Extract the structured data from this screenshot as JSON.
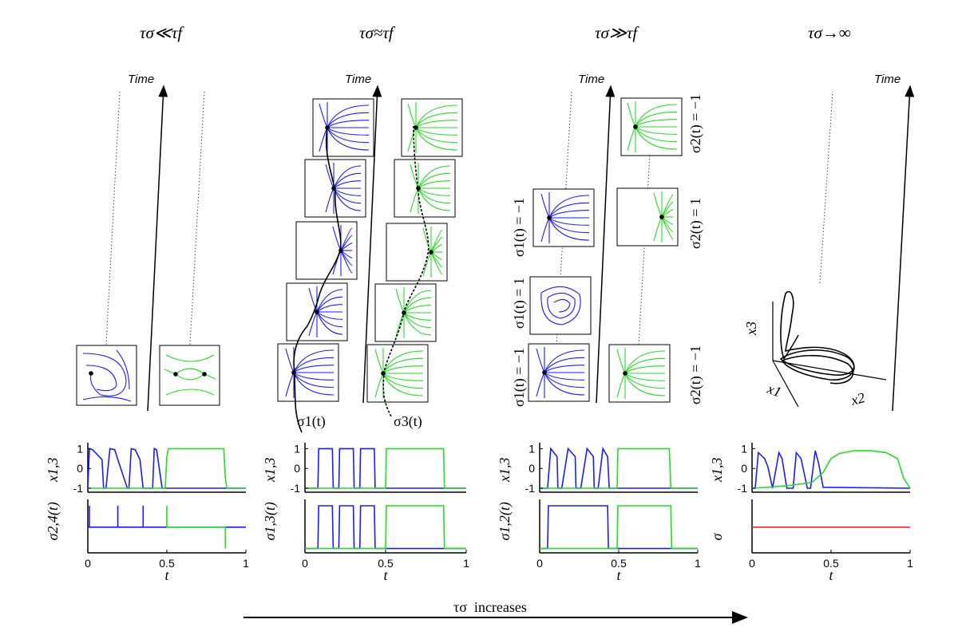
{
  "panel_titles": [
    "τσ≪τf",
    "τσ≈τf",
    "τσ≫τf",
    "τσ→∞"
  ],
  "time_axis_label": "Time",
  "switch_labels": {
    "left": [
      "σ1(t) = −1",
      "σ1(t) = 1",
      "σ1(t) = −1"
    ],
    "right": [
      "σ2(t) = −1",
      "σ2(t) = 1",
      "σ2(t) = −1"
    ]
  },
  "trajectory_labels": [
    "σ1(t)",
    "σ3(t)"
  ],
  "axes_3d": [
    "x3",
    "x1",
    "x2"
  ],
  "bottom_arrow_label": "τσ  increases",
  "colors": {
    "blue": "#1a1aff",
    "green": "#22dd22",
    "red": "#ff2222",
    "black": "#000000"
  },
  "chart_data": [
    {
      "type": "line",
      "panel": 1,
      "ylabel": "x1,3",
      "xlim": [
        0,
        1
      ],
      "ylim": [
        -1.2,
        1.3
      ],
      "yticks": [
        "1",
        "0",
        "-1"
      ],
      "series": [
        {
          "color": "blue",
          "x": [
            0,
            0.01,
            0.03,
            0.09,
            0.1,
            0.115,
            0.14,
            0.17,
            0.19,
            0.25,
            0.26,
            0.275,
            0.3,
            0.33,
            0.35,
            0.41,
            0.42,
            0.435,
            0.47,
            1.0
          ],
          "y": [
            -1,
            1,
            0.95,
            0.45,
            -1,
            -1,
            1,
            0.95,
            0.45,
            -1,
            -1,
            1,
            0.95,
            0.45,
            -1,
            -1,
            1,
            0.95,
            -1,
            -1
          ]
        },
        {
          "color": "green",
          "x": [
            0,
            0.49,
            0.5,
            0.51,
            0.86,
            0.87,
            0.88,
            1.0
          ],
          "y": [
            -1,
            -1,
            0.6,
            1,
            1,
            -0.5,
            -1,
            -1
          ]
        }
      ]
    },
    {
      "type": "line",
      "panel": 1,
      "ylabel": "σ2,4(t)",
      "xlabel": "t",
      "xlim": [
        0,
        1
      ],
      "ylim": [
        -1.2,
        1.3
      ],
      "xticks": [
        "0",
        "0.5",
        "1"
      ],
      "series": [
        {
          "color": "blue",
          "x": [
            0,
            0.01,
            0.01,
            0.01,
            0.19,
            0.19,
            0.19,
            0.35,
            0.35,
            0.35,
            1.0
          ],
          "y": [
            0,
            0,
            1,
            0,
            0,
            1,
            0,
            0,
            1,
            0,
            0
          ]
        },
        {
          "color": "green",
          "x": [
            0.5,
            0.5,
            0.5,
            0.87,
            0.87,
            0.87
          ],
          "y": [
            0,
            1,
            0,
            0,
            -1,
            0
          ]
        }
      ]
    },
    {
      "type": "line",
      "panel": 2,
      "ylabel": "x1,3",
      "xlim": [
        0,
        1
      ],
      "ylim": [
        -1.2,
        1.3
      ],
      "yticks": [
        "1",
        "0",
        "-1"
      ],
      "series": [
        {
          "color": "blue",
          "x": [
            0,
            0.08,
            0.085,
            0.17,
            0.175,
            0.21,
            0.215,
            0.3,
            0.305,
            0.34,
            0.345,
            0.43,
            0.435,
            1.0
          ],
          "y": [
            -1,
            -1,
            1,
            1,
            -1,
            -1,
            1,
            1,
            -1,
            -1,
            1,
            1,
            -1,
            -1
          ]
        },
        {
          "color": "green",
          "x": [
            0,
            0.5,
            0.505,
            0.86,
            0.865,
            1.0
          ],
          "y": [
            -1,
            -1,
            1,
            1,
            -1,
            -1
          ]
        }
      ]
    },
    {
      "type": "line",
      "panel": 2,
      "ylabel": "σ1,3(t)",
      "xlabel": "t",
      "xlim": [
        0,
        1
      ],
      "ylim": [
        -1.2,
        1.3
      ],
      "xticks": [
        "0",
        "0.5",
        "1"
      ],
      "series": [
        {
          "color": "blue",
          "x": [
            0,
            0.08,
            0.085,
            0.17,
            0.175,
            0.21,
            0.215,
            0.3,
            0.305,
            0.34,
            0.345,
            0.43,
            0.435,
            1.0
          ],
          "y": [
            -1,
            -1,
            1,
            1,
            -1,
            -1,
            1,
            1,
            -1,
            -1,
            1,
            1,
            -1,
            -1
          ]
        },
        {
          "color": "green",
          "x": [
            0,
            0.5,
            0.505,
            0.86,
            0.865,
            1.0
          ],
          "y": [
            -1,
            -1,
            1,
            1,
            -1,
            -1
          ]
        }
      ]
    },
    {
      "type": "line",
      "panel": 3,
      "ylabel": "x1,3",
      "xlim": [
        0,
        1
      ],
      "ylim": [
        -1.2,
        1.3
      ],
      "yticks": [
        "1",
        "0",
        "-1"
      ],
      "series": [
        {
          "color": "blue",
          "x": [
            0,
            0.05,
            0.07,
            0.11,
            0.115,
            0.14,
            0.18,
            0.225,
            0.23,
            0.26,
            0.3,
            0.34,
            0.345,
            0.37,
            0.4,
            0.43,
            0.44,
            1.0
          ],
          "y": [
            -1,
            -1,
            1,
            0.6,
            -1,
            -1,
            1,
            0.6,
            -1,
            -1,
            1,
            0.6,
            -1,
            -1,
            1,
            0.6,
            -1,
            -1
          ]
        },
        {
          "color": "green",
          "x": [
            0,
            0.49,
            0.495,
            0.82,
            0.83,
            1.0
          ],
          "y": [
            -1,
            -1,
            1,
            1,
            -1,
            -1
          ]
        }
      ]
    },
    {
      "type": "line",
      "panel": 3,
      "ylabel": "σ1,2(t)",
      "xlabel": "t",
      "xlim": [
        0,
        1
      ],
      "ylim": [
        -1.2,
        1.3
      ],
      "xticks": [
        "0",
        "0.5",
        "1"
      ],
      "series": [
        {
          "color": "blue",
          "x": [
            0,
            0.05,
            0.055,
            0.43,
            0.435,
            1.0
          ],
          "y": [
            -1,
            -1,
            1,
            1,
            -1,
            -1
          ]
        },
        {
          "color": "green",
          "x": [
            0,
            0.49,
            0.495,
            0.83,
            0.835,
            1.0
          ],
          "y": [
            -1,
            -1,
            1,
            1,
            -1,
            -1
          ]
        }
      ]
    },
    {
      "type": "line",
      "panel": 4,
      "ylabel": "x1,3",
      "xlim": [
        0,
        1
      ],
      "ylim": [
        -1.2,
        1.3
      ],
      "yticks": [
        "1",
        "0",
        "-1"
      ],
      "series": [
        {
          "color": "blue",
          "x": [
            0,
            0.02,
            0.04,
            0.08,
            0.1,
            0.13,
            0.17,
            0.19,
            0.22,
            0.26,
            0.28,
            0.31,
            0.35,
            0.37,
            0.4,
            0.42,
            0.45,
            1.0
          ],
          "y": [
            -1,
            -1,
            0.8,
            0.5,
            0.1,
            -1,
            0.8,
            0.5,
            -1,
            -1,
            0.8,
            0.5,
            -1,
            -1,
            0.9,
            0.3,
            -0.95,
            -1
          ]
        },
        {
          "color": "green",
          "x": [
            0,
            0.1,
            0.25,
            0.38,
            0.45,
            0.5,
            0.55,
            0.65,
            0.75,
            0.85,
            0.92,
            0.96,
            1.0
          ],
          "y": [
            -1,
            -0.95,
            -0.85,
            -0.7,
            -0.2,
            0.5,
            0.75,
            0.9,
            0.9,
            0.8,
            0.5,
            -0.5,
            -1
          ]
        }
      ]
    },
    {
      "type": "line",
      "panel": 4,
      "ylabel": "σ",
      "xlabel": "t",
      "xlim": [
        0,
        1
      ],
      "ylim": [
        -1.2,
        1.3
      ],
      "xticks": [
        "0",
        "0.5",
        "1"
      ],
      "series": [
        {
          "color": "red",
          "x": [
            0,
            1
          ],
          "y": [
            0,
            0
          ]
        }
      ]
    }
  ]
}
